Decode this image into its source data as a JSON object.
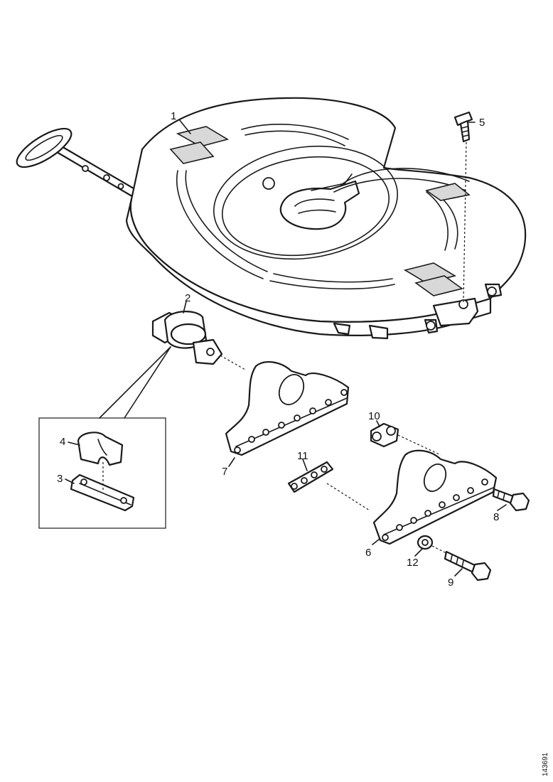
{
  "callouts": {
    "c1": "1",
    "c2": "2",
    "c3": "3",
    "c4": "4",
    "c5": "5",
    "c6": "6",
    "c7": "7",
    "c8": "8",
    "c9": "9",
    "c10": "10",
    "c11": "11",
    "c12": "12"
  },
  "reference_code": "143691"
}
